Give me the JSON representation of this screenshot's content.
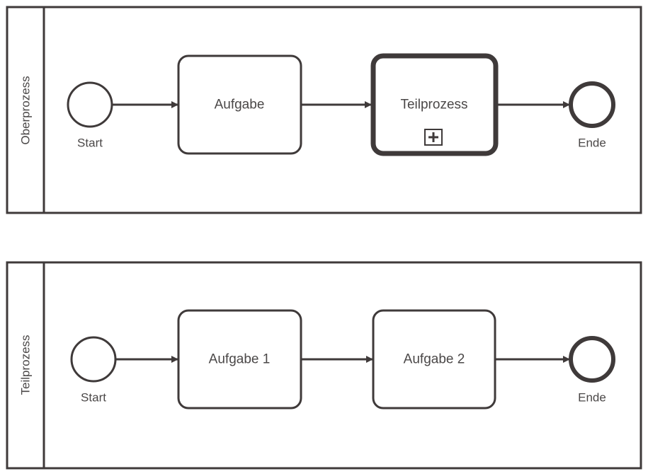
{
  "colors": {
    "stroke": "#3f3a3a",
    "text": "#4a4747",
    "fill": "#ffffff"
  },
  "pools": [
    {
      "title": "Oberprozess",
      "start_label": "Start",
      "end_label": "Ende",
      "tasks": [
        {
          "label": "Aufgabe",
          "kind": "task"
        },
        {
          "label": "Teilprozess",
          "kind": "collapsed-subprocess",
          "marker_icon": "plus-square-icon"
        }
      ]
    },
    {
      "title": "Teilprozess",
      "start_label": "Start",
      "end_label": "Ende",
      "tasks": [
        {
          "label": "Aufgabe 1",
          "kind": "task"
        },
        {
          "label": "Aufgabe 2",
          "kind": "task"
        }
      ]
    }
  ]
}
